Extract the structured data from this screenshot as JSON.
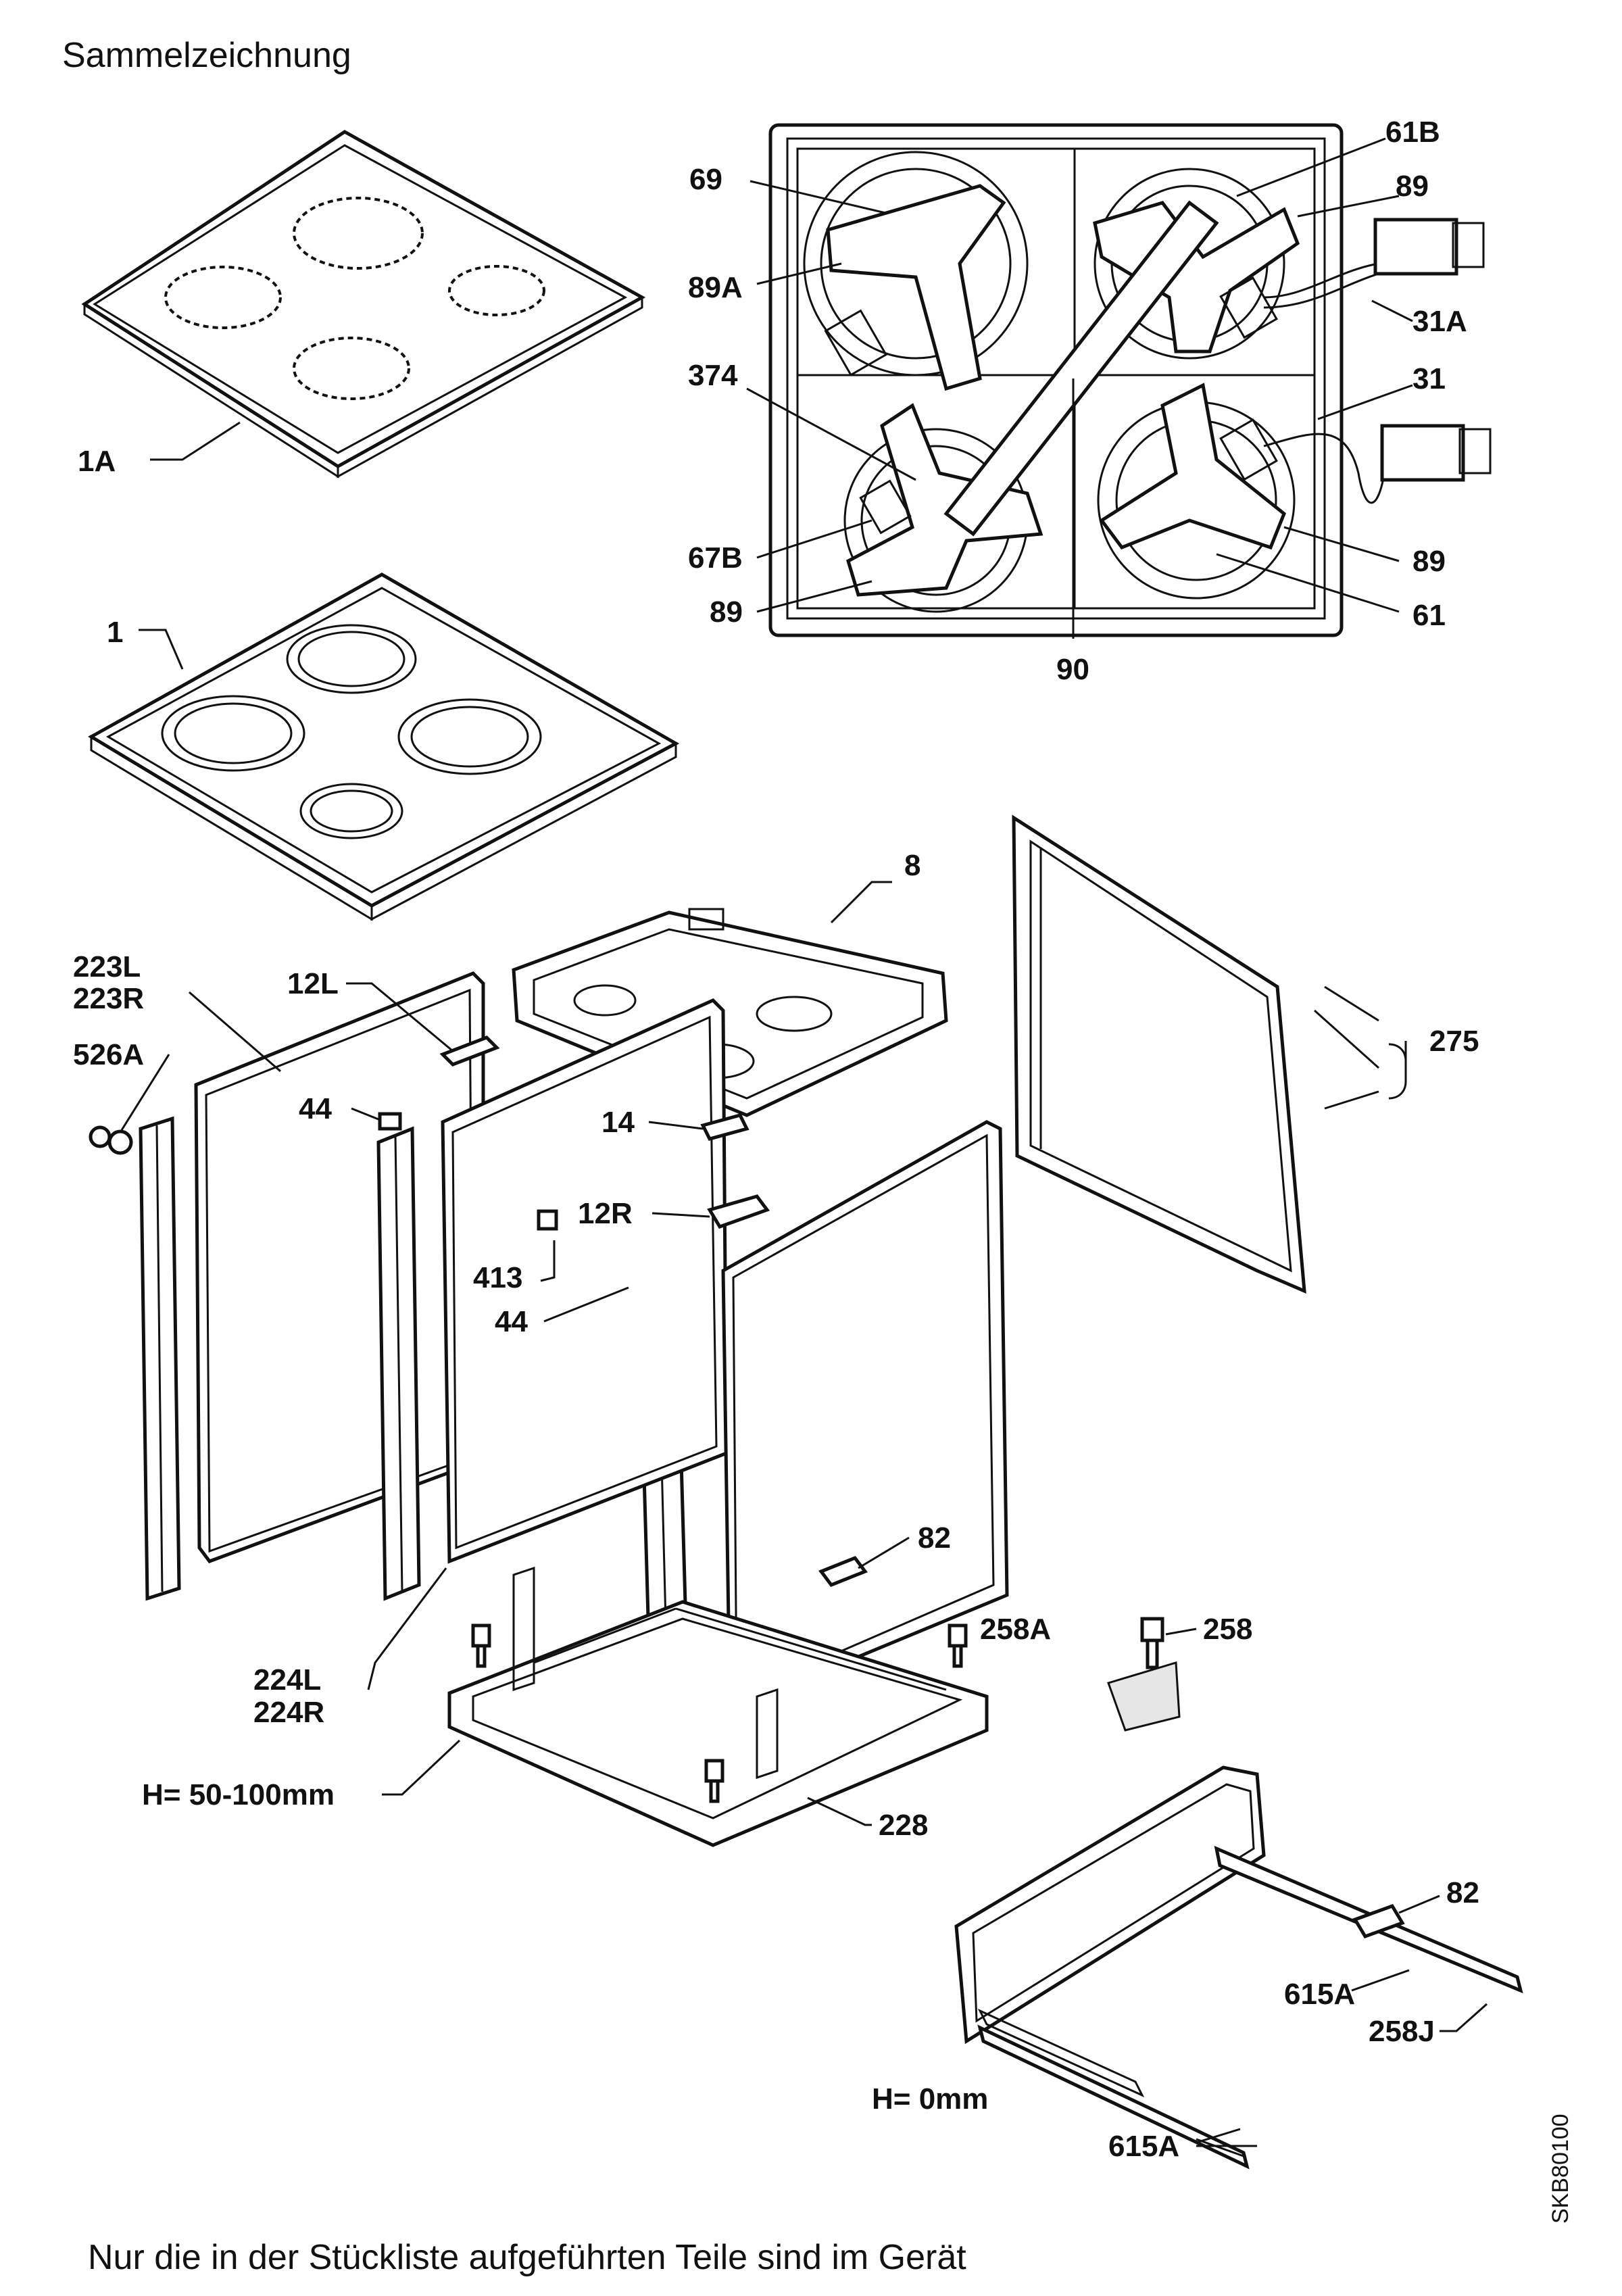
{
  "title": "Sammelzeichnung",
  "footer_note": "Nur die in der Stückliste aufgeführten Teile sind im Gerät",
  "drawing_code": "SKB80100",
  "callouts": {
    "c_1A": "1A",
    "c_1": "1",
    "c_69": "69",
    "c_89A": "89A",
    "c_374": "374",
    "c_67B": "67B",
    "c_89_a": "89",
    "c_61B": "61B",
    "c_89_b": "89",
    "c_31A": "31A",
    "c_31": "31",
    "c_89_c": "89",
    "c_61": "61",
    "c_90": "90",
    "c_8": "8",
    "c_275": "275",
    "c_223L": "223L",
    "c_223R": "223R",
    "c_12L": "12L",
    "c_526A": "526A",
    "c_44_a": "44",
    "c_14": "14",
    "c_12R": "12R",
    "c_413": "413",
    "c_44_b": "44",
    "c_82_a": "82",
    "c_258A": "258A",
    "c_258": "258",
    "c_224L": "224L",
    "c_224R": "224R",
    "c_H50": "H= 50-100mm",
    "c_228": "228",
    "c_82_b": "82",
    "c_615A_a": "615A",
    "c_258J": "258J",
    "c_H0": "H= 0mm",
    "c_615A_b": "615A"
  }
}
